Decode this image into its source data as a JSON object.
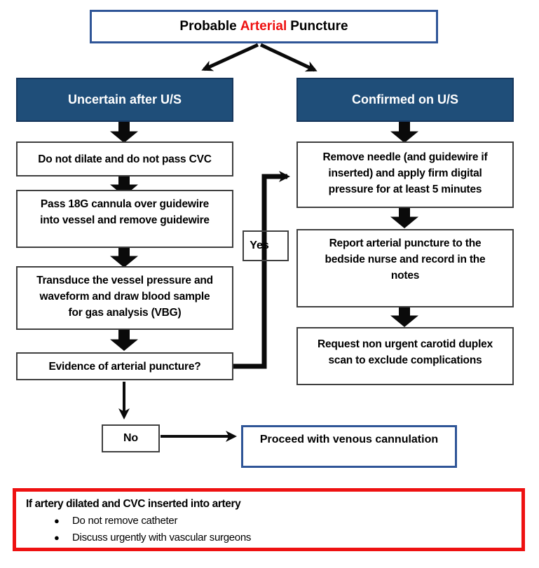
{
  "title": {
    "part1": "Probable",
    "highlight": "Arterial",
    "part2": "Puncture"
  },
  "colors": {
    "header_fill": "#1f4e79",
    "blue_border": "#2f5597",
    "red_accent": "#ee1111",
    "box_border": "#3f3f3f",
    "arrow_black": "#0a0a0a"
  },
  "branch_left": {
    "header": "Uncertain after U/S",
    "steps": [
      {
        "lines": [
          "Do not dilate and do not pass CVC"
        ]
      },
      {
        "lines": [
          "Pass 18G cannula over guidewire",
          "into vessel and remove guidewire"
        ]
      },
      {
        "lines": [
          "Transduce the vessel pressure and",
          "waveform and draw blood sample",
          "for gas analysis (VBG)"
        ]
      },
      {
        "lines": [
          "Evidence of arterial puncture?"
        ]
      }
    ]
  },
  "branch_right": {
    "header": "Confirmed on U/S",
    "steps": [
      {
        "lines": [
          "Remove needle (and guidewire if",
          "inserted) and apply firm digital",
          "pressure for at least 5 minutes"
        ]
      },
      {
        "lines": [
          "Report arterial puncture to the",
          "bedside nurse and record in the",
          "notes"
        ]
      },
      {
        "lines": [
          "Request non urgent carotid duplex",
          "scan to exclude complications"
        ]
      }
    ]
  },
  "decision": {
    "yes": "Yes",
    "no": "No"
  },
  "proceed": "Proceed with venous cannulation",
  "warning": {
    "title": "If artery dilated and CVC inserted into artery",
    "bullets": [
      "Do not remove catheter",
      "Discuss urgently with vascular surgeons"
    ]
  }
}
